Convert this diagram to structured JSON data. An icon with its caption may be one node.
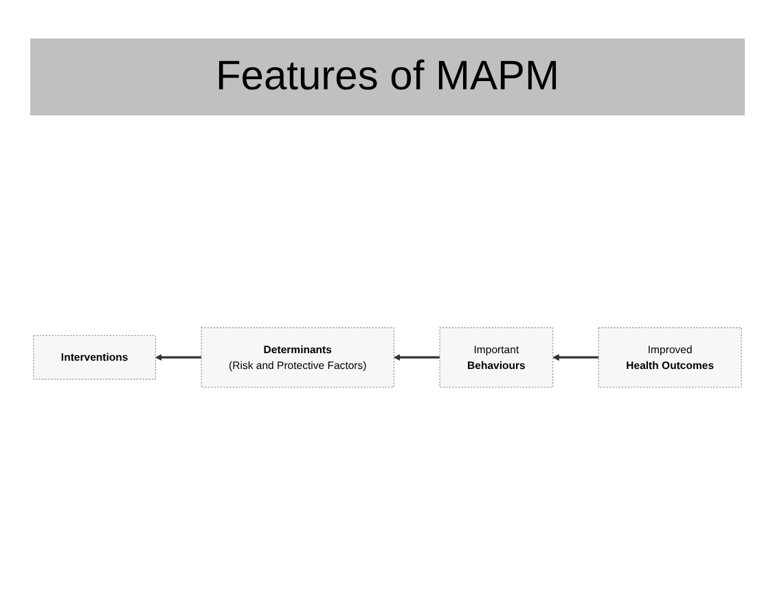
{
  "diagram": {
    "title": "Features of MAPM",
    "nodes": [
      {
        "text": [
          "Interventions"
        ]
      },
      {
        "text": [
          "Determinants",
          "(Risk and Protective Factors)"
        ]
      },
      {
        "text": [
          "Important",
          "Behaviours"
        ]
      },
      {
        "text": [
          "Improved",
          "Health Outcomes"
        ]
      }
    ],
    "edges": [
      {
        "from": 3,
        "to": 2,
        "arrow": "to"
      },
      {
        "from": 2,
        "to": 1,
        "arrow": "to"
      },
      {
        "from": 1,
        "to": 0,
        "arrow": "to"
      }
    ]
  }
}
